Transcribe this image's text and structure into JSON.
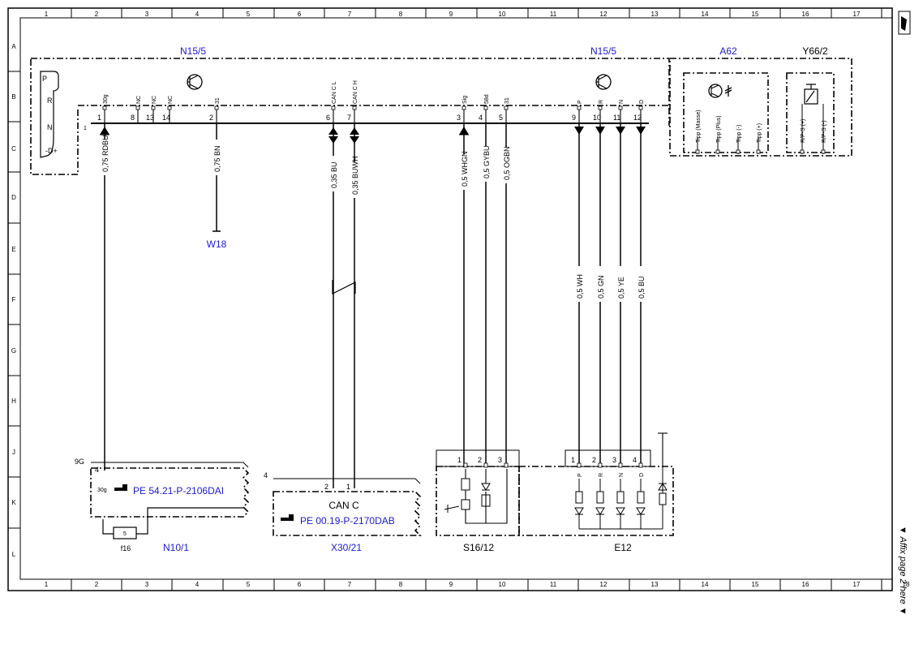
{
  "grid": {
    "columns": [
      "1",
      "2",
      "3",
      "4",
      "5",
      "6",
      "7",
      "8",
      "9",
      "10",
      "11",
      "12",
      "13",
      "14",
      "15",
      "16",
      "17",
      "18"
    ],
    "rows": [
      "A",
      "B",
      "C",
      "D",
      "E",
      "F",
      "G",
      "H",
      "J",
      "K",
      "L"
    ]
  },
  "components": {
    "n15_5_left": "N15/5",
    "n15_5_right": "N15/5",
    "a62": "A62",
    "y66_2": "Y66/2",
    "w18": "W18",
    "n10_1": "N10/1",
    "x30_21": "X30/21",
    "s16_12": "S16/12",
    "e12": "E12",
    "f16": "f16"
  },
  "selector": {
    "p": "P",
    "r": "R",
    "n": "N",
    "d": "-D+"
  },
  "connector": {
    "pin1": "1",
    "pins_top": [
      {
        "num": "1",
        "name": "30g"
      },
      {
        "num": "8",
        "name": "NC"
      },
      {
        "num": "13",
        "name": "NC"
      },
      {
        "num": "14",
        "name": "NC"
      },
      {
        "num": "2",
        "name": "31"
      },
      {
        "num": "6",
        "name": "CAN C L"
      },
      {
        "num": "7",
        "name": "CAN C H"
      },
      {
        "num": "3",
        "name": "Sig"
      },
      {
        "num": "4",
        "name": "58d"
      },
      {
        "num": "5",
        "name": "31"
      },
      {
        "num": "9",
        "name": "P"
      },
      {
        "num": "10",
        "name": "R"
      },
      {
        "num": "11",
        "name": "N"
      },
      {
        "num": "12",
        "name": "D"
      }
    ]
  },
  "a62_pins": [
    "Tipp (Masse)",
    "Tipp (Plus)",
    "Tipp (-)",
    "Tipp (+)"
  ],
  "y66_pins": [
    "R/P-S (+)",
    "R/P-S (-)"
  ],
  "wires": [
    {
      "label": "0,75 RDBU"
    },
    {
      "label": "0,75 BN"
    },
    {
      "label": "0,35 BU"
    },
    {
      "label": "0,35 BUWH"
    },
    {
      "label": "0,5 WHGN"
    },
    {
      "label": "0,5 GYBU"
    },
    {
      "label": "0,5 OGBN"
    },
    {
      "label": "0,5 WH"
    },
    {
      "label": "0,5 GN"
    },
    {
      "label": "0,5 YE"
    },
    {
      "label": "0,5 BU"
    }
  ],
  "n10": {
    "conn": "9G",
    "pin": "4",
    "conn_pin": "30g",
    "fuse": "5",
    "ref": "PE 54.21-P-2106DAI"
  },
  "x30": {
    "num": "4",
    "pin2": "2",
    "pin1": "1",
    "title": "CAN C",
    "ref": "PE 00.19-P-2170DAB"
  },
  "s16_pins": [
    "1",
    "2",
    "3"
  ],
  "e12_pins": [
    "1",
    "2",
    "3",
    "4"
  ],
  "e12_letters": [
    "P",
    "R",
    "N",
    "D"
  ],
  "affix": "▼ Affix page 2 here ▼"
}
